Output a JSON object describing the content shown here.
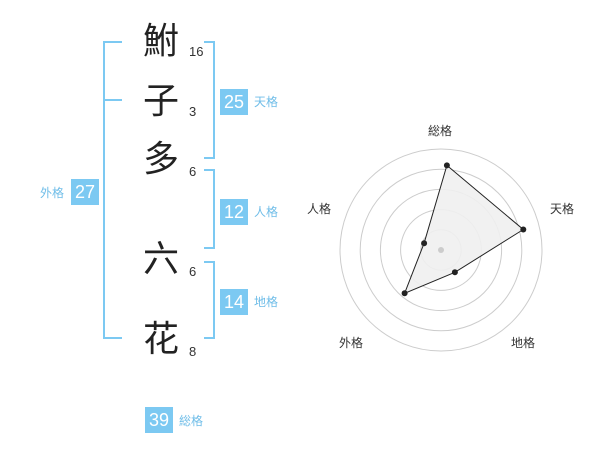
{
  "name": {
    "characters": [
      {
        "char": "鮒",
        "strokes": "16"
      },
      {
        "char": "子",
        "strokes": "3"
      },
      {
        "char": "多",
        "strokes": "6"
      },
      {
        "char": "六",
        "strokes": "6"
      },
      {
        "char": "花",
        "strokes": "8"
      }
    ]
  },
  "fortune": {
    "tenkaku": {
      "label": "天格",
      "value": "25"
    },
    "jinkaku": {
      "label": "人格",
      "value": "12"
    },
    "chikaku": {
      "label": "地格",
      "value": "14"
    },
    "gaikaku": {
      "label": "外格",
      "value": "27"
    },
    "soukaku": {
      "label": "総格",
      "value": "39"
    }
  },
  "radar": {
    "axes": [
      "総格",
      "天格",
      "地格",
      "外格",
      "人格"
    ],
    "levels": 5,
    "values": [
      4.2,
      4.2,
      1.3,
      2.8,
      0.9
    ],
    "max": 5,
    "colors": {
      "ring": "#cccccc",
      "fill": "#f0f0f0",
      "line": "#222222",
      "point": "#222222",
      "center": "#cccccc"
    }
  },
  "colors": {
    "bracket": "#7cc9f2",
    "badge": "#7cc9f2",
    "badge_label": "#6fbde8"
  }
}
